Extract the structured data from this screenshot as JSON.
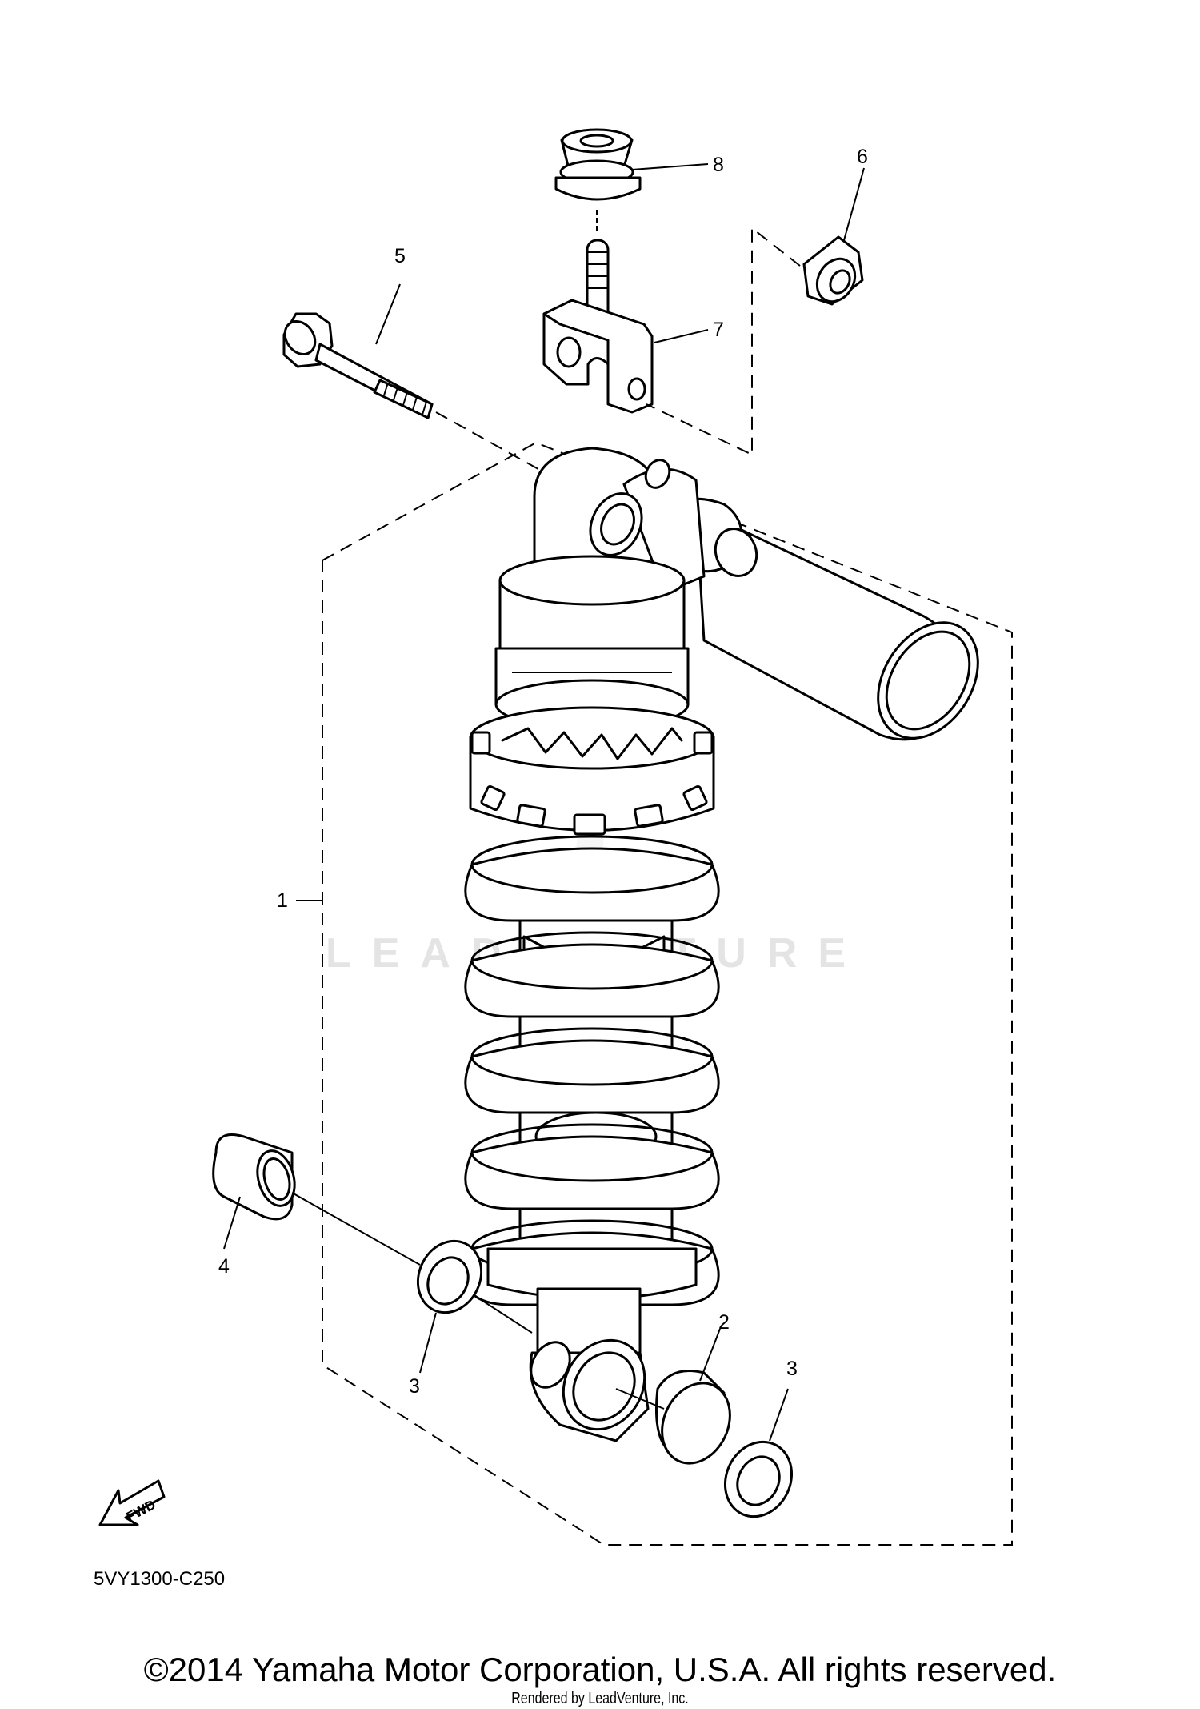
{
  "callouts": {
    "c1": "1",
    "c2": "2",
    "c3a": "3",
    "c3b": "3",
    "c4": "4",
    "c5": "5",
    "c6": "6",
    "c7": "7",
    "c8": "8"
  },
  "fwd_label": "FWD",
  "diagram_code": "5VY1300-C250",
  "watermark": "LEADVENTURE",
  "copyright": "©2014 Yamaha Motor Corporation, U.S.A. All rights reserved.",
  "rendered_by": "Rendered by LeadVenture, Inc."
}
